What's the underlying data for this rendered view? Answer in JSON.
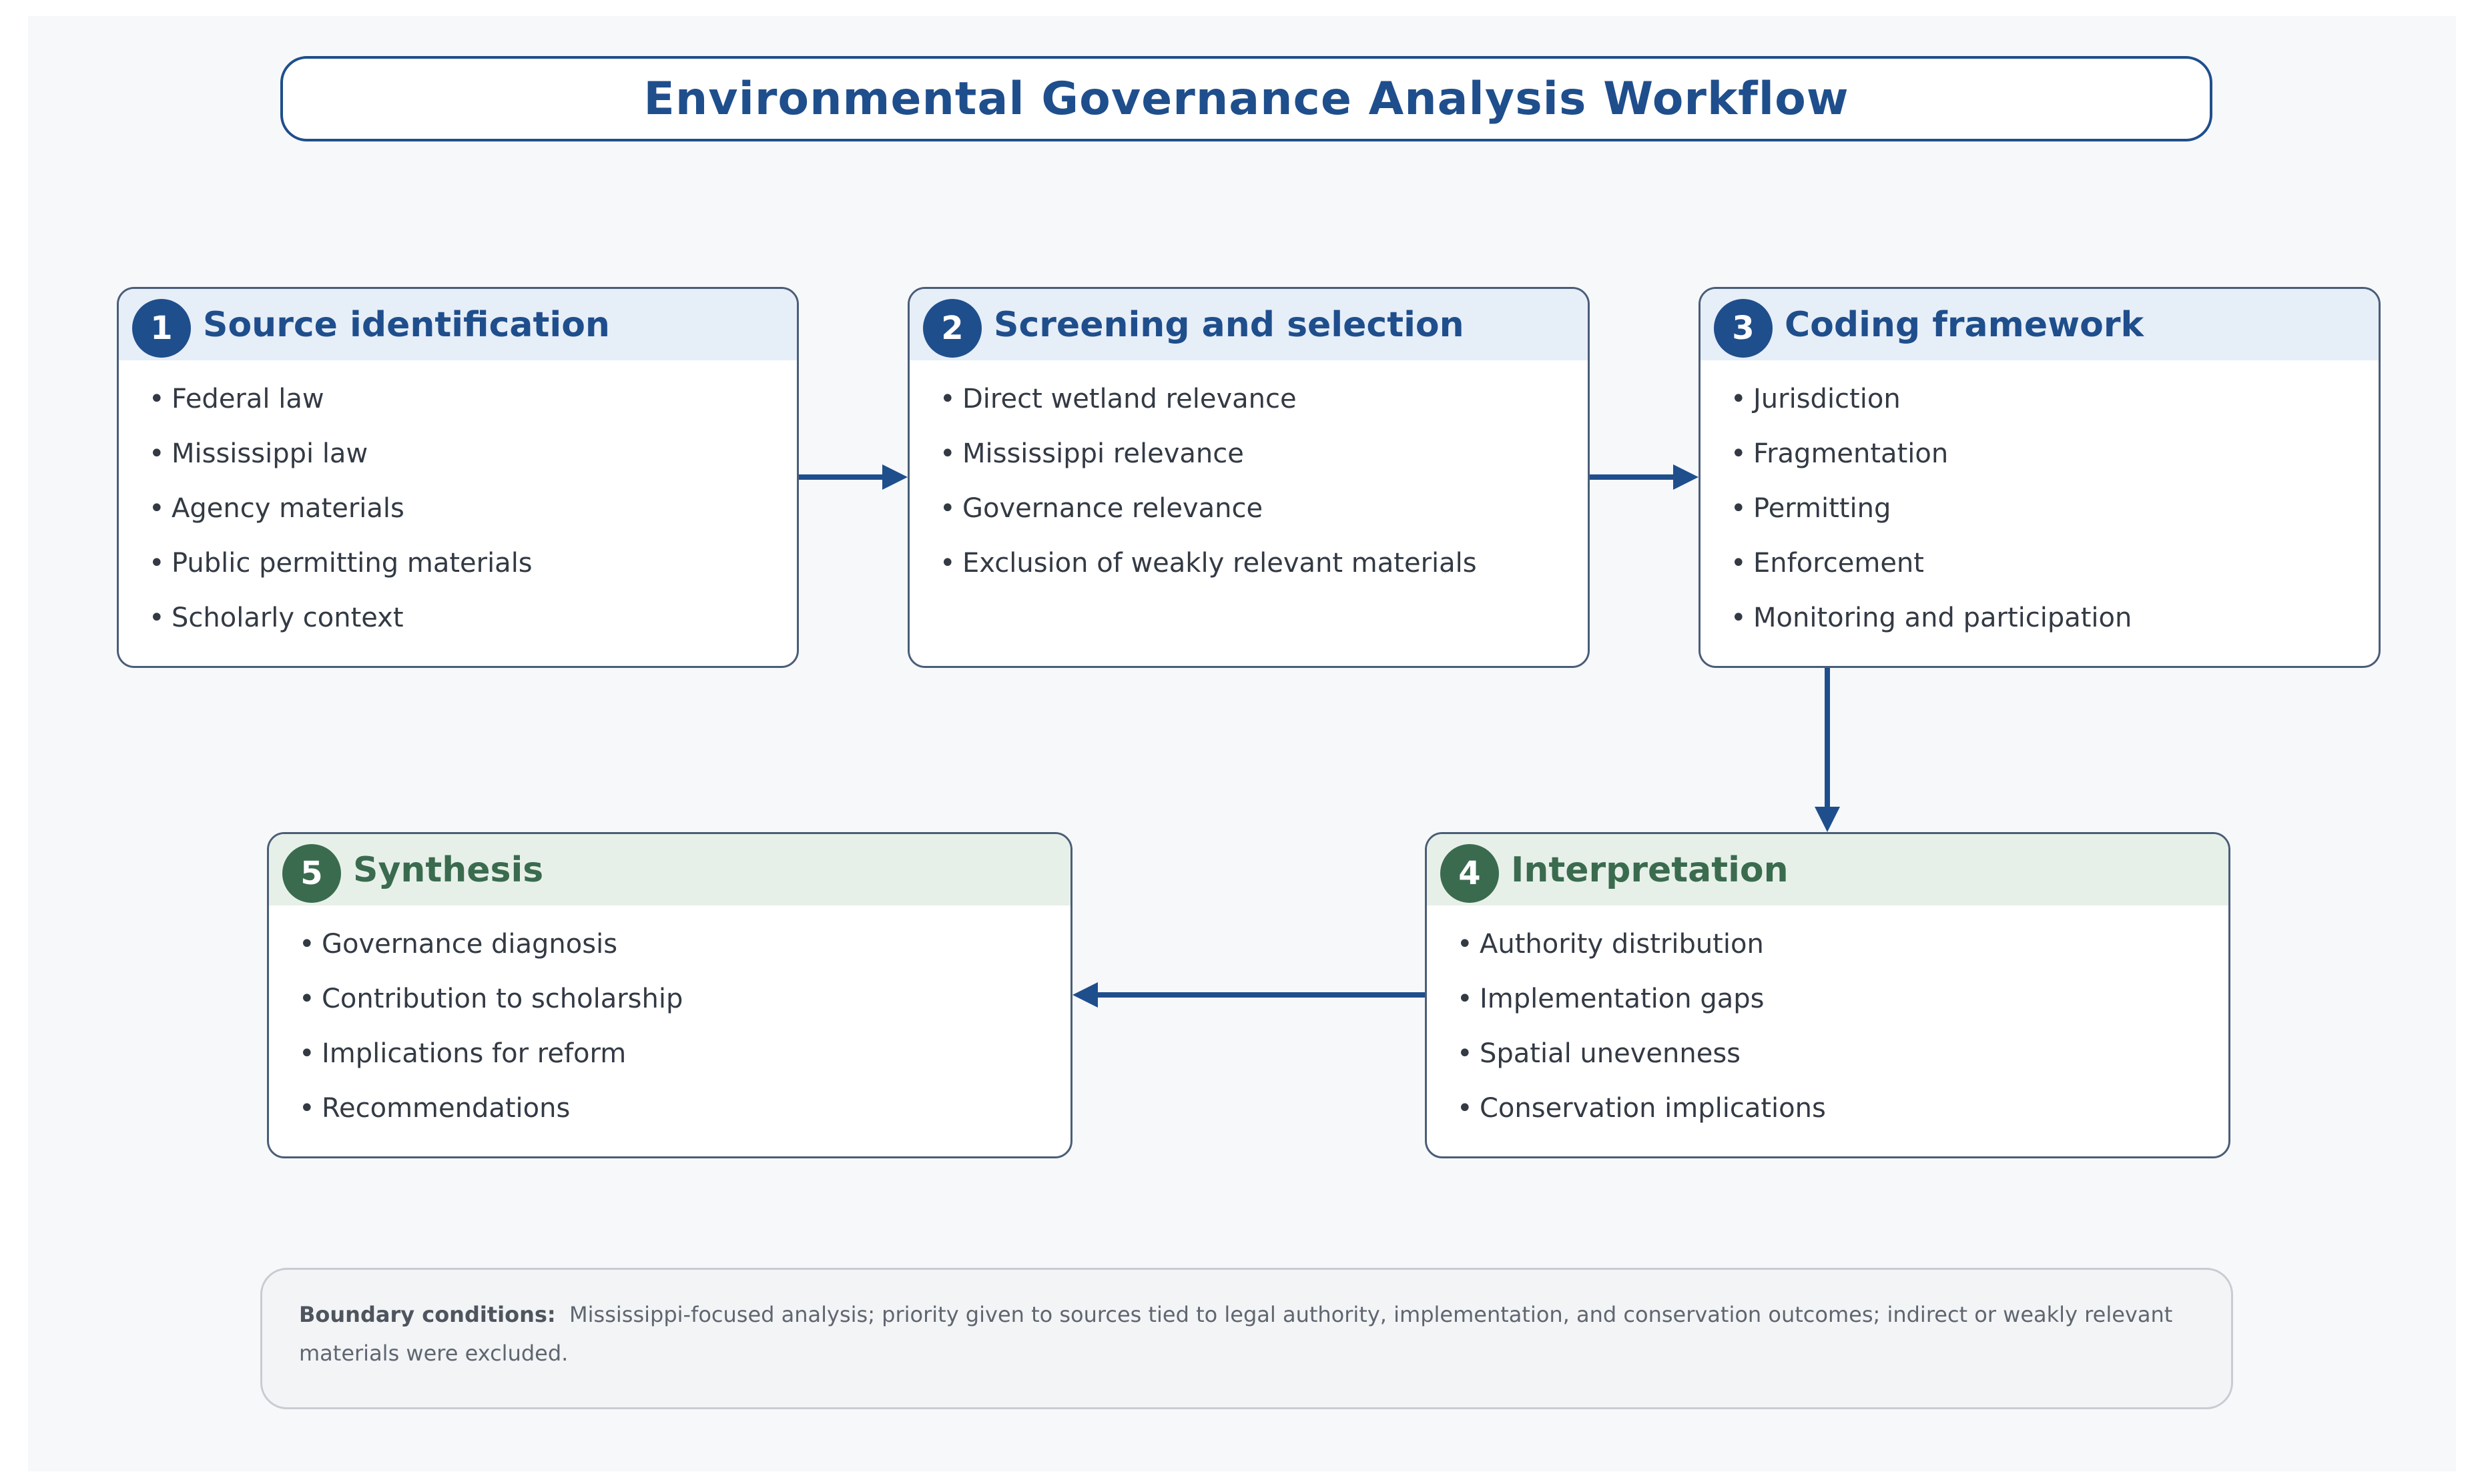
{
  "title": "Environmental Governance Analysis Workflow",
  "colors": {
    "primary_blue": "#1f4e8c",
    "primary_green": "#3a6b4f",
    "header_blue_bg": "#e6eef8",
    "header_green_bg": "#e7f0e8",
    "canvas_bg": "#f6f8fa"
  },
  "stages": [
    {
      "number": "1",
      "title": "Source identification",
      "items": [
        "Federal law",
        "Mississippi law",
        "Agency materials",
        "Public permitting materials",
        "Scholarly context"
      ]
    },
    {
      "number": "2",
      "title": "Screening and selection",
      "items": [
        "Direct wetland relevance",
        "Mississippi relevance",
        "Governance relevance",
        "Exclusion of weakly relevant materials"
      ]
    },
    {
      "number": "3",
      "title": "Coding framework",
      "items": [
        "Jurisdiction",
        "Fragmentation",
        "Permitting",
        "Enforcement",
        "Monitoring and participation"
      ]
    },
    {
      "number": "4",
      "title": "Interpretation",
      "items": [
        "Authority distribution",
        "Implementation gaps",
        "Spatial unevenness",
        "Conservation implications"
      ]
    },
    {
      "number": "5",
      "title": "Synthesis",
      "items": [
        "Governance diagnosis",
        "Contribution to scholarship",
        "Implications for reform",
        "Recommendations"
      ]
    }
  ],
  "flow": [
    {
      "from": "1",
      "to": "2"
    },
    {
      "from": "2",
      "to": "3"
    },
    {
      "from": "3",
      "to": "4"
    },
    {
      "from": "4",
      "to": "5"
    }
  ],
  "boundary": {
    "label": "Boundary conditions:",
    "text": "Mississippi-focused analysis; priority given to sources tied to legal authority, implementation, and conservation outcomes; indirect or weakly relevant materials were excluded."
  }
}
